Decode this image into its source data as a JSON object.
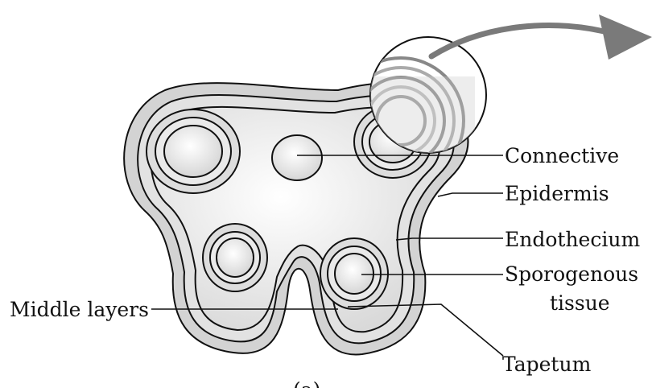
{
  "figure_caption": "(a)",
  "labels": {
    "connective": "Connective",
    "epidermis": "Epidermis",
    "endothecium": "Endothecium",
    "sporogenous_line1": "Sporogenous",
    "sporogenous_line2": "tissue",
    "middle_layers": "Middle layers",
    "tapetum": "Tapetum"
  },
  "colors": {
    "outline": "#111111",
    "wall_fill": "#d3d3d3",
    "inner_fill": "#e9e9e9",
    "arrow": "#7a7a7a"
  }
}
